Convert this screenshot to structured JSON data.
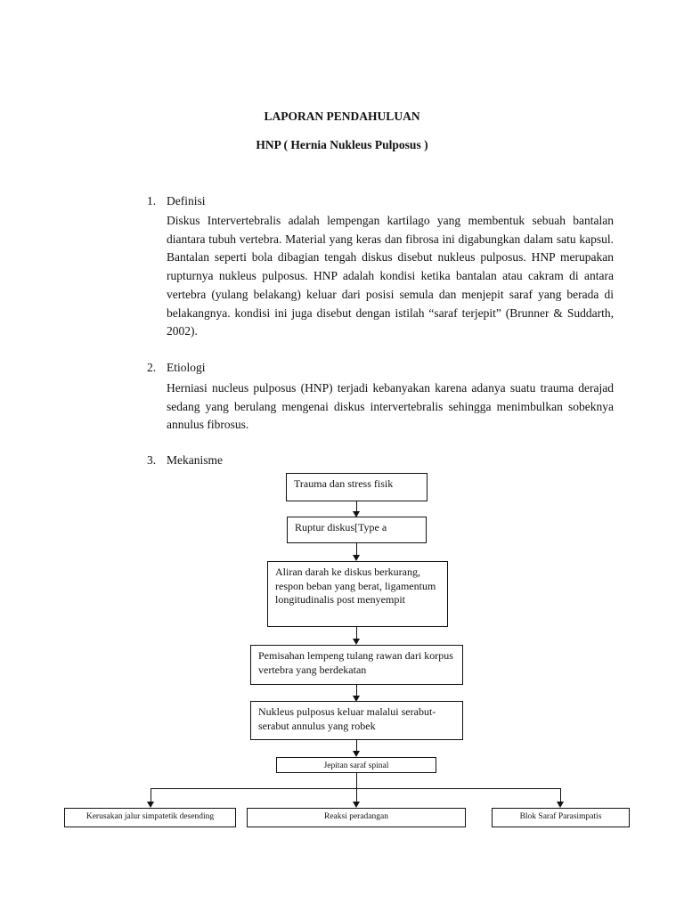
{
  "document": {
    "title": "LAPORAN PENDAHULUAN",
    "subtitle": "HNP ( Hernia Nukleus Pulposus )",
    "sections": [
      {
        "number": "1.",
        "heading": "Definisi",
        "body": "Diskus Intervertebralis adalah lempengan kartilago yang membentuk sebuah bantalan diantara tubuh vertebra. Material yang keras dan fibrosa ini digabungkan dalam satu kapsul. Bantalan seperti bola dibagian tengah diskus disebut nukleus pulposus. HNP merupakan rupturnya nukleus pulposus. HNP adalah kondisi ketika bantalan atau cakram di antara vertebra (yulang belakang) keluar dari posisi semula dan menjepit saraf yang berada di belakangnya. kondisi ini juga disebut dengan istilah “saraf terjepit” (Brunner & Suddarth, 2002)."
      },
      {
        "number": "2.",
        "heading": "Etiologi",
        "body": "Herniasi nucleus pulposus (HNP) terjadi kebanyakan karena adanya suatu trauma derajad sedang yang berulang mengenai diskus intervertebralis sehingga menimbulkan sobeknya annulus fibrosus."
      },
      {
        "number": "3.",
        "heading": "Mekanisme"
      }
    ]
  },
  "flowchart": {
    "steps": [
      "Trauma dan stress fisik",
      "Ruptur diskus[Type a",
      "Aliran darah ke diskus berkurang, respon beban yang berat, ligamentum longitudinalis post menyempit",
      "Pemisahan lempeng tulang rawan dari korpus vertebra yang berdekatan",
      "Nukleus pulposus keluar malalui serabut-serabut annulus yang robek",
      "Jepitan saraf spinal"
    ],
    "branches": [
      "Kerusakan jalur simpatetik  desending",
      "Reaksi peradangan",
      "Blok Saraf Parasimpatis"
    ]
  }
}
